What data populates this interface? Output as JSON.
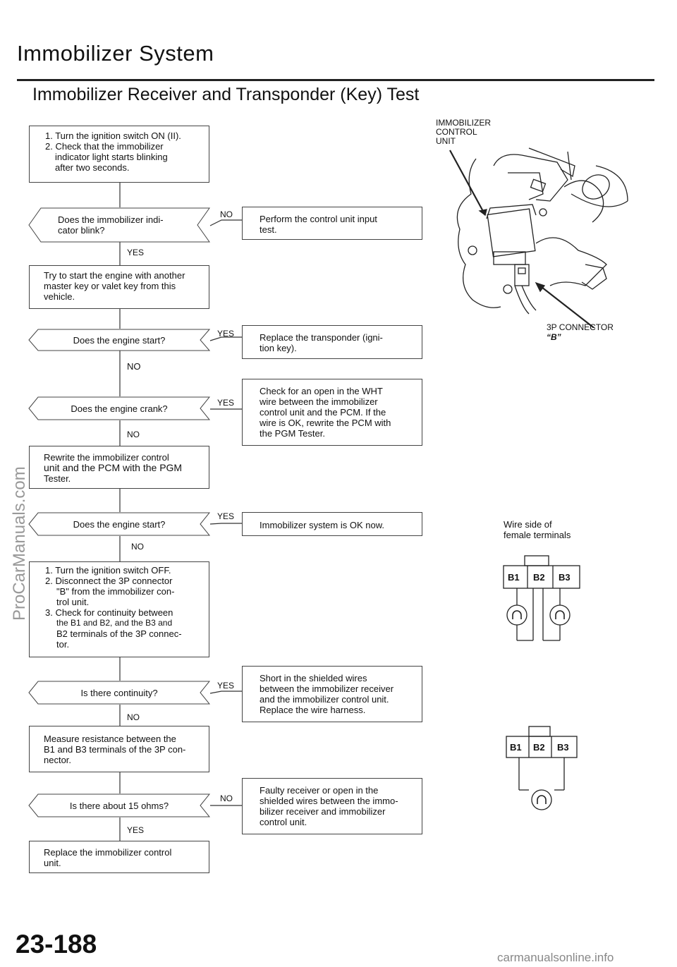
{
  "header": {
    "title": "Immobilizer  System",
    "subtitle": "Immobilizer Receiver and Transponder (Key) Test"
  },
  "flow": {
    "step1": [
      "1.  Turn the ignition switch ON (II).",
      "2.  Check that the immobilizer",
      "indicator light starts blinking",
      "after two seconds."
    ],
    "q1": [
      "Does the immobilizer indi-",
      "cator blink?"
    ],
    "q1_no": "NO",
    "q1_no_box": [
      "Perform the control unit input",
      "test."
    ],
    "q1_yes": "YES",
    "step2": [
      "Try to start the engine with another",
      "master key or valet key from this",
      "vehicle."
    ],
    "q2": "Does the engine start?",
    "q2_yes": "YES",
    "q2_yes_box": [
      "Replace the transponder (igni-",
      "tion key)."
    ],
    "q2_no": "NO",
    "q3": "Does the engine crank?",
    "q3_yes": "YES",
    "q3_yes_box": [
      "Check for an open in the WHT",
      "wire between the immobilizer",
      "control unit and the PCM. If the",
      "wire is OK, rewrite the PCM with",
      "the PGM Tester."
    ],
    "q3_no": "NO",
    "step3": [
      "Rewrite the immobilizer control",
      "unit and the PCM with the PGM",
      "Tester."
    ],
    "q4": "Does the engine start?",
    "q4_yes": "YES",
    "q4_yes_box": "Immobilizer system is OK now.",
    "q4_no": "NO",
    "step4": [
      "1.  Turn the ignition switch OFF.",
      "2.  Disconnect the 3P connector",
      "\"B\" from the immobilizer con-",
      "trol unit.",
      "3.  Check for continuity between",
      "the B1 and B2, and the B3 and",
      "B2 terminals of the 3P connec-",
      "tor."
    ],
    "q5": "Is there continuity?",
    "q5_yes": "YES",
    "q5_yes_box": [
      "Short in the shielded wires",
      "between the immobilizer receiver",
      "and the immobilizer control unit.",
      "Replace the wire harness."
    ],
    "q5_no": "NO",
    "step5": [
      "Measure resistance between the",
      "B1 and B3 terminals of the 3P con-",
      "nector."
    ],
    "q6": "Is there about 15 ohms?",
    "q6_no": "NO",
    "q6_no_box": [
      "Faulty receiver or open in the",
      "shielded wires between the immo-",
      "bilizer receiver and immobilizer",
      "control unit."
    ],
    "q6_yes": "YES",
    "step6": [
      "Replace the immobilizer control",
      "unit."
    ]
  },
  "illustration": {
    "unit_label": [
      "IMMOBILIZER",
      "CONTROL",
      "UNIT"
    ],
    "connector_label": "3P CONNECTOR",
    "connector_id": "“B”",
    "wire_side": [
      "Wire side of",
      "female terminals"
    ],
    "terminals": [
      "B1",
      "B2",
      "B3"
    ]
  },
  "footer": {
    "page_number": "23-188",
    "watermark_side": "ProCarManuals.com",
    "watermark_bottom": "carmanualsonline.info"
  }
}
